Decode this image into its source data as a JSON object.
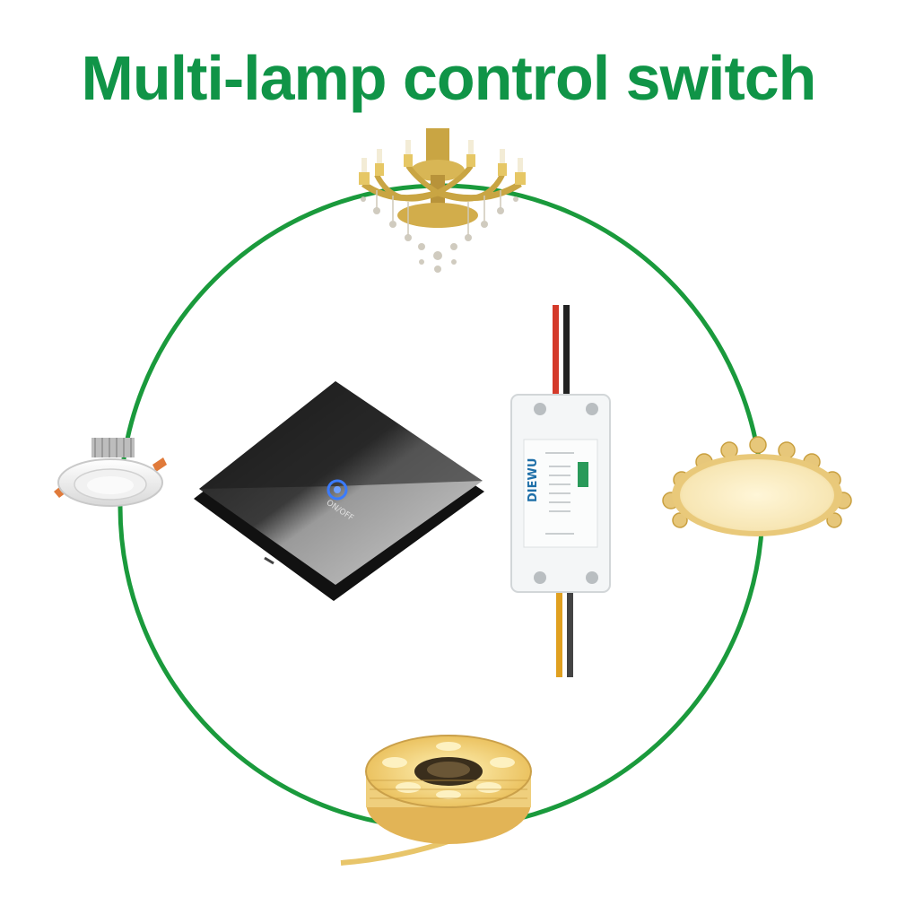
{
  "title": "Multi-lamp control switch",
  "colors": {
    "accent_green": "#109447",
    "circle_green": "#1a9a3c",
    "switch_glass": "#2a2a2a",
    "switch_led": "#3a7bff",
    "module_body": "#f4f6f7",
    "wire_red": "#d43a2a",
    "wire_black": "#222222",
    "wire_yellow": "#e0a020",
    "strip_light": "#f4d27a"
  },
  "switch_panel": {
    "button_label": "ON/OFF"
  },
  "relay_module": {
    "brand": "DIEWU"
  },
  "icons": [
    "chandelier-icon",
    "downlight-icon",
    "touch-switch-icon",
    "relay-module-icon",
    "ceiling-lamp-icon",
    "led-strip-icon"
  ]
}
